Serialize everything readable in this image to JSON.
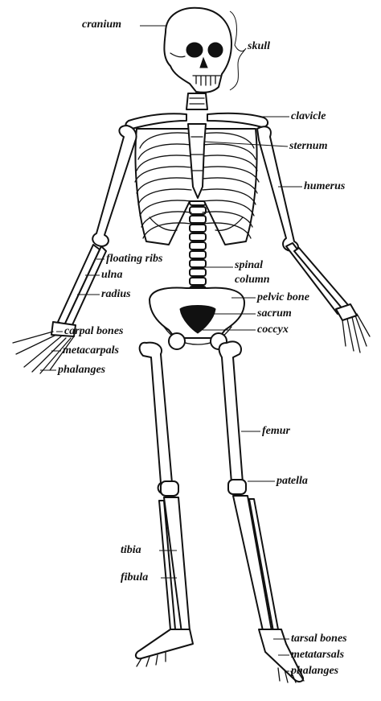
{
  "labels": {
    "cranium": "cranium",
    "skull": "skull",
    "clavicle": "clavicle",
    "sternum": "sternum",
    "humerus": "humerus",
    "floating_ribs": "floating ribs",
    "ulna": "ulna",
    "radius": "radius",
    "spinal_column_1": "spinal",
    "spinal_column_2": "column",
    "pelvic_bone": "pelvic bone",
    "sacrum": "sacrum",
    "coccyx": "coccyx",
    "carpal_bones": "carpal bones",
    "metacarpals": "metacarpals",
    "phalanges_hand": "phalanges",
    "femur": "femur",
    "patella": "patella",
    "tibia": "tibia",
    "fibula": "fibula",
    "tarsal_bones": "tarsal bones",
    "metatarsals": "metatarsals",
    "phalanges_foot": "phalanges"
  },
  "colors": {
    "ink": "#111111",
    "paper": "#ffffff"
  }
}
